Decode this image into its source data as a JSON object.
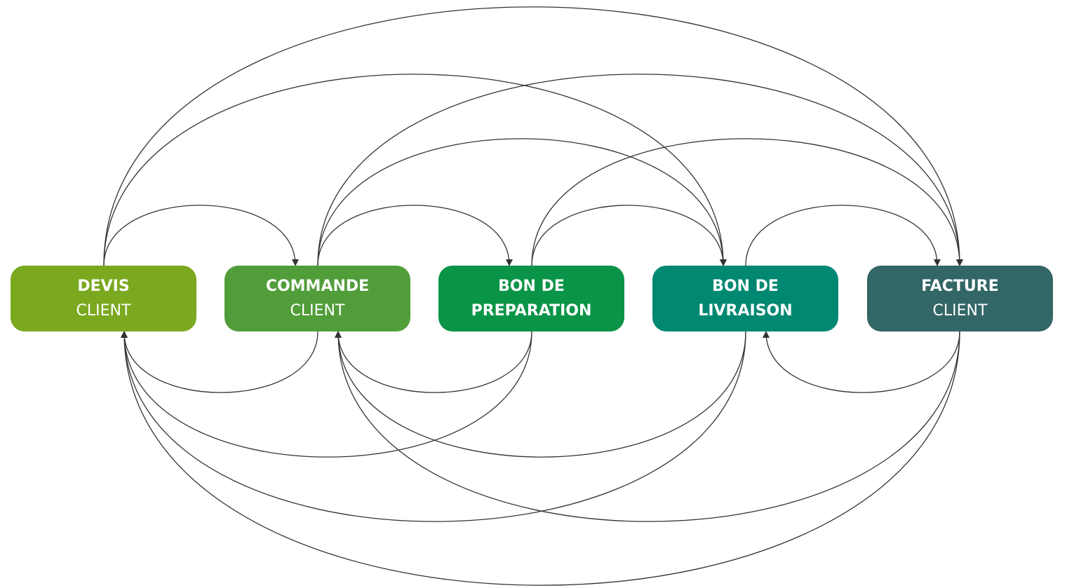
{
  "nodes": [
    {
      "id": "devis",
      "line1": "DEVIS",
      "line2": "CLIENT",
      "line2_bold": false,
      "color": "#7aa81f"
    },
    {
      "id": "commande",
      "line1": "COMMANDE",
      "line2": "CLIENT",
      "line2_bold": false,
      "color": "#519d3a"
    },
    {
      "id": "preparation",
      "line1": "BON DE",
      "line2": "PREPARATION",
      "line2_bold": true,
      "color": "#0a9447"
    },
    {
      "id": "livraison",
      "line1": "BON DE",
      "line2": "LIVRAISON",
      "line2_bold": true,
      "color": "#008872"
    },
    {
      "id": "facture",
      "line1": "FACTURE",
      "line2": "CLIENT",
      "line2_bold": false,
      "color": "#336666"
    }
  ],
  "connections_forward": [
    {
      "from": "devis",
      "to": "commande"
    },
    {
      "from": "commande",
      "to": "preparation"
    },
    {
      "from": "preparation",
      "to": "livraison"
    },
    {
      "from": "livraison",
      "to": "facture"
    },
    {
      "from": "commande",
      "to": "livraison"
    },
    {
      "from": "preparation",
      "to": "facture"
    },
    {
      "from": "devis",
      "to": "livraison"
    },
    {
      "from": "commande",
      "to": "facture"
    },
    {
      "from": "devis",
      "to": "facture"
    }
  ],
  "connections_backward": [
    {
      "from": "commande",
      "to": "devis"
    },
    {
      "from": "preparation",
      "to": "commande"
    },
    {
      "from": "facture",
      "to": "livraison"
    },
    {
      "from": "preparation",
      "to": "devis"
    },
    {
      "from": "livraison",
      "to": "commande"
    },
    {
      "from": "livraison",
      "to": "devis"
    },
    {
      "from": "facture",
      "to": "commande"
    },
    {
      "from": "facture",
      "to": "devis"
    }
  ],
  "edge_color": "#333333"
}
